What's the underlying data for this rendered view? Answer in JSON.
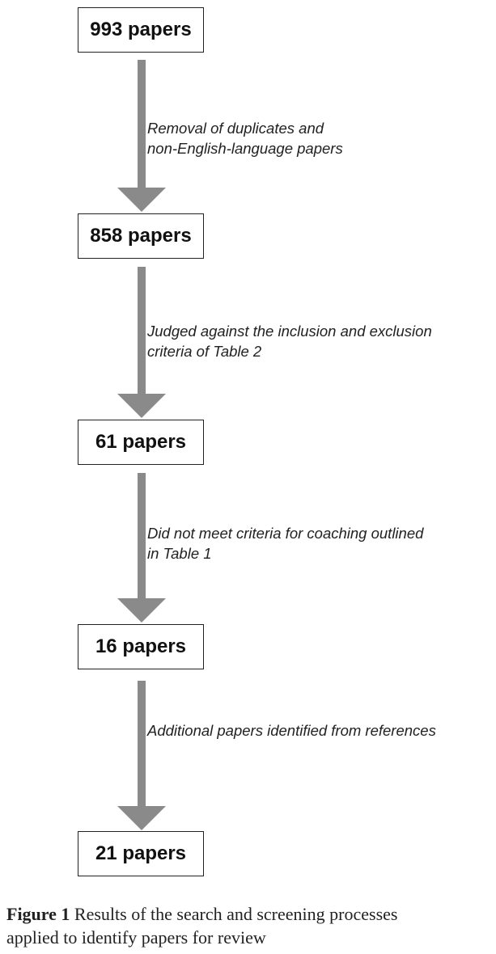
{
  "flow": {
    "boxes": [
      "993 papers",
      "858 papers",
      "61 papers",
      "16 papers",
      "21 papers"
    ],
    "steps": [
      [
        "Removal of duplicates and",
        "non-English-language papers"
      ],
      [
        "Judged against the inclusion and exclusion",
        "criteria of Table 2"
      ],
      [
        "Did not meet criteria for coaching outlined",
        "in Table 1"
      ],
      [
        "Additional papers identified from references"
      ]
    ]
  },
  "caption": {
    "label": "Figure 1",
    "line1": "Results of the search and screening processes",
    "line2": "applied to identify papers for review"
  },
  "colors": {
    "arrow": "#8a8a8a",
    "border": "#222222"
  }
}
